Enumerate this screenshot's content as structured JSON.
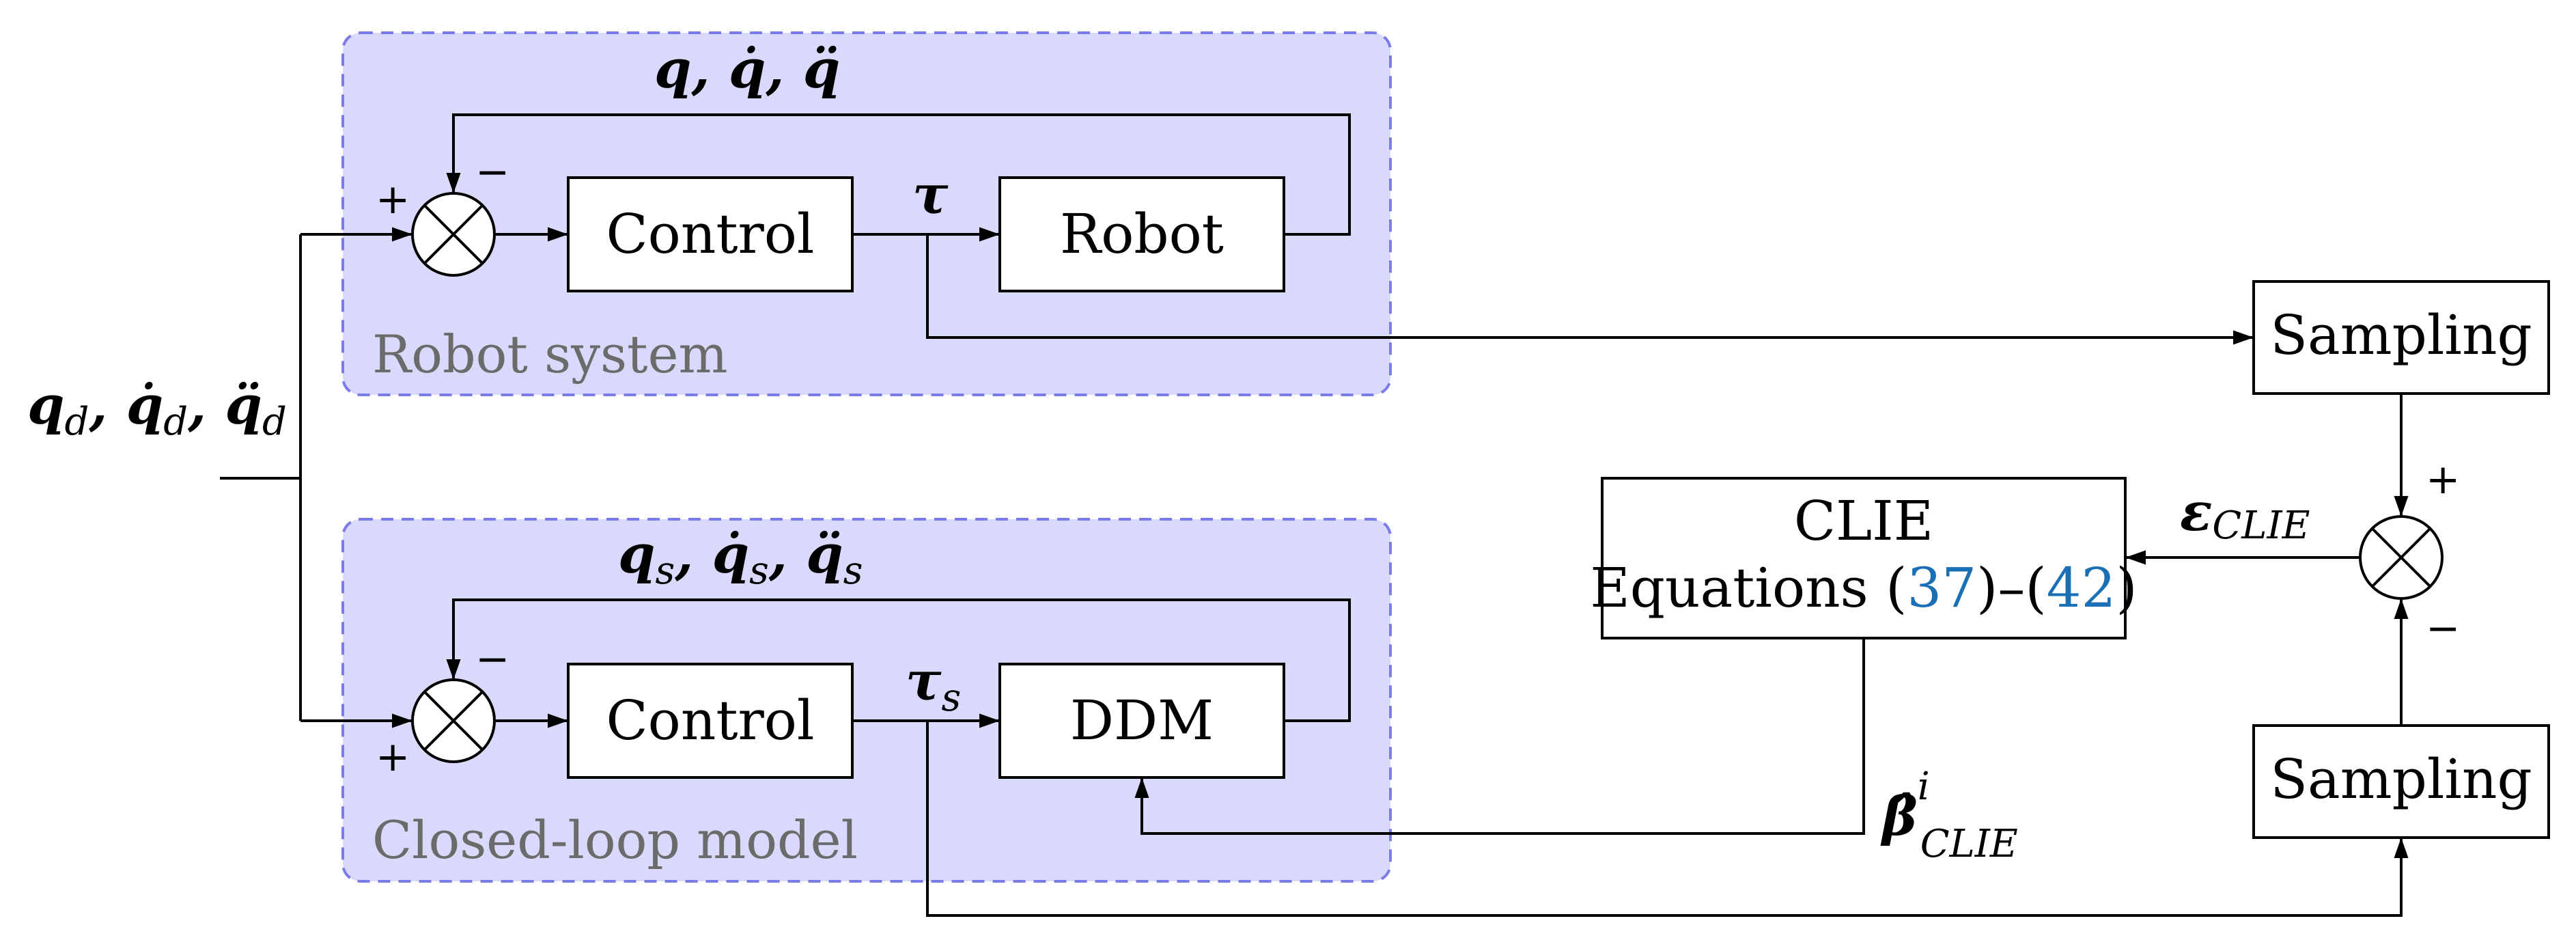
{
  "regions": {
    "robot_system": "Robot system",
    "closed_loop_model": "Closed-loop model"
  },
  "blocks": {
    "control_top": "Control",
    "robot": "Robot",
    "control_bottom": "Control",
    "ddm": "DDM",
    "sampling_top": "Sampling",
    "sampling_bottom": "Sampling",
    "clie_title": "CLIE",
    "clie_equations_prefix": "Equations (",
    "clie_ref_start": "37",
    "clie_dash": ")–(",
    "clie_ref_end": "42",
    "clie_close": ")"
  },
  "signals": {
    "desired": {
      "base": "q",
      "sub": "d",
      "text": "q_d, q̇_d, q̈_d"
    },
    "robot_feedback": {
      "text": "q, q̇, q̈"
    },
    "model_feedback": {
      "base": "q",
      "sub": "s",
      "text": "q_s, q̇_s, q̈_s"
    },
    "tau": {
      "text": "τ"
    },
    "tau_s": {
      "base": "τ",
      "sub": "s"
    },
    "epsilon": {
      "base": "ε",
      "sub": "CLIE"
    },
    "beta_hat": {
      "base": "β̂",
      "sub": "CLIE",
      "sup": "i"
    }
  },
  "signs": {
    "plus": "+",
    "minus": "−"
  },
  "colors": {
    "region_fill": "#d9d9fb",
    "region_border": "#7c7ce8",
    "reference_link": "#1a6fb5"
  }
}
